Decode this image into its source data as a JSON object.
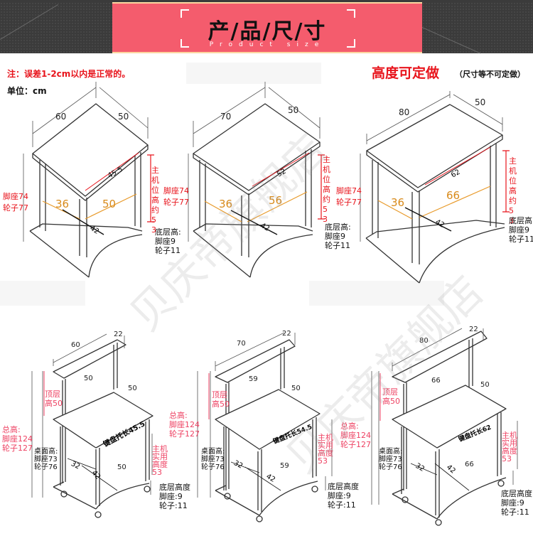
{
  "banner": {
    "title": "产/品/尺/寸",
    "subtitle": "Product size",
    "colors": {
      "center": "#f45c6d",
      "side": "#3b3b3b",
      "trim": "#fcd6a0"
    }
  },
  "notes": {
    "error_note": "注：误差1-2cm以内是正常的。",
    "unit": "单位：cm",
    "custom_height": "高度可定做",
    "custom_height_sub": "（尺寸等不可定做）"
  },
  "watermark": "贝庆帝旗舰店",
  "top_row": [
    {
      "width": "60",
      "depth": "50",
      "tray": "45.5",
      "inner_left": "36",
      "inner_right": "50",
      "diag": "42",
      "height_label": [
        "脚座74",
        "轮子77"
      ],
      "host_label": "主机位高约53",
      "bottom_label": [
        "底层高:",
        "脚座9",
        "轮子11"
      ]
    },
    {
      "width": "70",
      "depth": "50",
      "tray": "52",
      "inner_left": "36",
      "inner_right": "56",
      "diag": "42",
      "height_label": [
        "脚座74",
        "轮子77"
      ],
      "host_label": "主机位高约53",
      "bottom_label": [
        "底层高:",
        "脚座9",
        "轮子11"
      ]
    },
    {
      "width": "80",
      "depth": "50",
      "tray": "62",
      "inner_left": "36",
      "inner_right": "66",
      "diag": "42",
      "height_label": [
        "脚座74",
        "轮子77"
      ],
      "host_label": "主机位高约53",
      "bottom_label": [
        "底层高",
        "脚座9",
        "轮子11"
      ]
    }
  ],
  "bottom_row": [
    {
      "shelf_width": "60",
      "shelf_depth": "22",
      "shelf_inner": "50",
      "desk_depth": "50",
      "tray": "键盘托长45.5",
      "inner_left": "32",
      "inner_right": "50",
      "diag": "42",
      "top_label": [
        "顶层",
        "高50"
      ],
      "total_label": [
        "总高:",
        "脚座124",
        "轮子127"
      ],
      "desk_label": [
        "桌面高:",
        "脚座73",
        "轮子76"
      ],
      "host_label": [
        "主机",
        "实用",
        "高度",
        "53"
      ],
      "bottom_label": [
        "底层高度",
        "脚座:9",
        "轮子:11"
      ]
    },
    {
      "shelf_width": "70",
      "shelf_depth": "22",
      "shelf_inner": "59",
      "desk_depth": "50",
      "tray": "键盘托长54.5",
      "inner_left": "32",
      "inner_right": "59",
      "diag": "42",
      "top_label": [
        "顶层",
        "高50"
      ],
      "total_label": [
        "总高:",
        "脚座124",
        "轮子127"
      ],
      "desk_label": [
        "桌面高:",
        "脚座73",
        "轮子76"
      ],
      "host_label": [
        "主机",
        "实用",
        "高度",
        "53"
      ],
      "bottom_label": [
        "底层高度",
        "脚座:9",
        "轮子:11"
      ]
    },
    {
      "shelf_width": "80",
      "shelf_depth": "22",
      "shelf_inner": "66",
      "desk_depth": "50",
      "tray": "键盘托长62",
      "inner_left": "32",
      "inner_right": "66",
      "diag": "42",
      "top_label": [
        "顶层",
        "高50"
      ],
      "total_label": [
        "总高:",
        "脚座124",
        "轮子127"
      ],
      "desk_label": [
        "桌面高:",
        "脚座73",
        "轮子76"
      ],
      "host_label": [
        "主机",
        "实用",
        "高度",
        "53"
      ],
      "bottom_label": [
        "底层高度",
        "脚座:9",
        "轮子:11"
      ]
    }
  ]
}
